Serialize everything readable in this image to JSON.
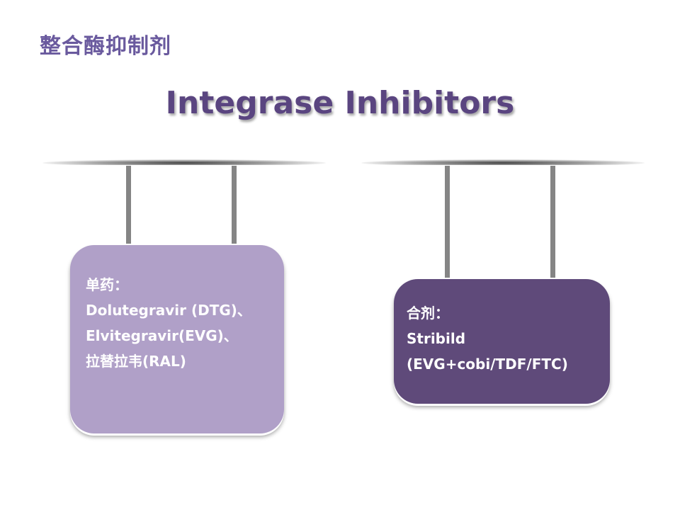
{
  "slide": {
    "chinese_title": "整合酶抑制剂",
    "title": "Integrase Inhibitors",
    "single_drug": {
      "heading": "单药：",
      "items": [
        "Dolutegravir (DTG)、",
        "Elvitegravir(EVG)、",
        "拉替拉韦(RAL)"
      ]
    },
    "combination": {
      "heading": "合剂：",
      "items": [
        "Stribild",
        "(EVG+cobi/TDF/FTC)"
      ]
    },
    "colors": {
      "title": "#5a4580",
      "single_box": "#b0a0c8",
      "combo_box": "#5f4a7a"
    }
  }
}
